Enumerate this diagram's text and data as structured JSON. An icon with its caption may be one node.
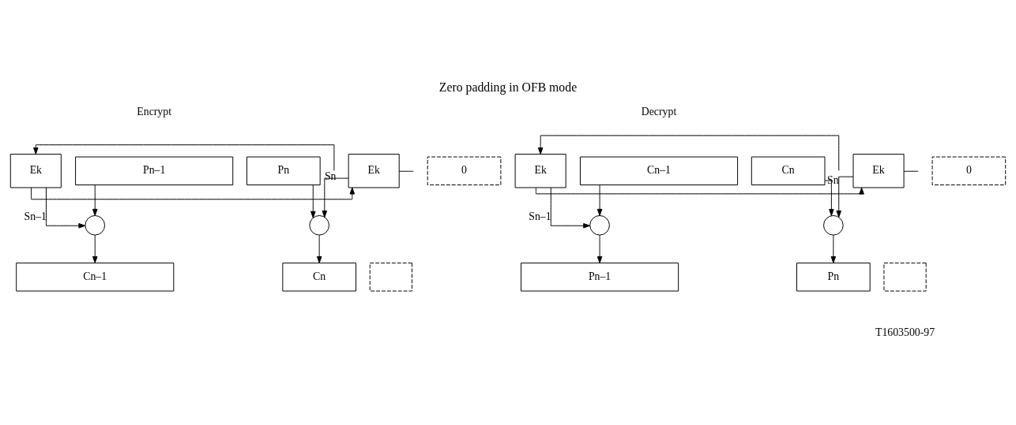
{
  "diagram": {
    "title": "Zero padding in OFB mode",
    "nodes": [
      {
        "text": [
          "Pn–1"
        ]
      },
      {
        "text": [
          "Pn"
        ]
      },
      {
        "text": [
          "0"
        ]
      },
      {
        "text": [],
        "shape": "circle"
      },
      {
        "text": [],
        "shape": "circle"
      },
      {
        "text": [
          "Ek"
        ]
      },
      {
        "text": [
          "Ek"
        ]
      },
      {
        "text": [
          "Cn–1"
        ]
      },
      {
        "text": [
          "Cn"
        ]
      },
      {
        "text": [],
        "shape": "box"
      },
      {
        "text": [
          "Cn–1"
        ]
      },
      {
        "text": [
          "Cn"
        ]
      },
      {
        "text": [
          "0"
        ]
      },
      {
        "text": [],
        "shape": "circle"
      },
      {
        "text": [],
        "shape": "circle"
      },
      {
        "text": [
          "Ek"
        ]
      },
      {
        "text": [
          "Ek"
        ]
      },
      {
        "text": [
          "Pn–1"
        ]
      },
      {
        "text": [
          "Pn"
        ]
      },
      {
        "text": [],
        "shape": "box"
      }
    ],
    "edges": [
      {
        "from": null,
        "to": 5,
        "arrow": "to"
      },
      {
        "from": 5,
        "to": 6,
        "arrow": "to"
      },
      {
        "from": 5,
        "to": 3,
        "arrow": "to",
        "label": "Sn–1"
      },
      {
        "from": 6,
        "to": 4,
        "arrow": "to",
        "label": "Sn"
      },
      {
        "from": 6,
        "to": null,
        "arrow": "none"
      },
      {
        "from": 0,
        "to": 3,
        "arrow": "to"
      },
      {
        "from": 3,
        "to": 7,
        "arrow": "to"
      },
      {
        "from": 1,
        "to": 4,
        "arrow": "to"
      },
      {
        "from": 4,
        "to": 8,
        "arrow": "to"
      },
      {
        "from": null,
        "to": 15,
        "arrow": "to"
      },
      {
        "from": 15,
        "to": 16,
        "arrow": "to"
      },
      {
        "from": 15,
        "to": 13,
        "arrow": "to",
        "label": "Sn–1"
      },
      {
        "from": 16,
        "to": 14,
        "arrow": "to",
        "label": "Sn"
      },
      {
        "from": 16,
        "to": null,
        "arrow": "none"
      },
      {
        "from": 10,
        "to": 13,
        "arrow": "to"
      },
      {
        "from": 13,
        "to": 17,
        "arrow": "to"
      },
      {
        "from": 11,
        "to": 14,
        "arrow": "to"
      },
      {
        "from": 14,
        "to": 18,
        "arrow": "to"
      }
    ],
    "labels": [
      "Encrypt",
      "Decrypt",
      "T1603500-97"
    ]
  }
}
